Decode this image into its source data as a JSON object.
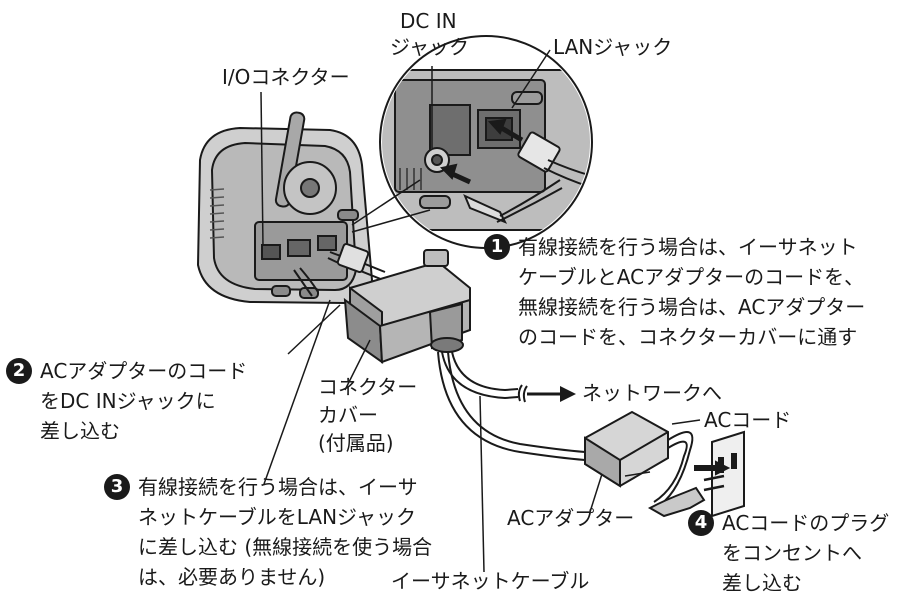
{
  "labels": {
    "dc_in_line1": "DC IN",
    "dc_in_line2": "ジャック",
    "lan_jack": "LANジャック",
    "io_connector": "I/Oコネクター",
    "connector_cover_line1": "コネクター",
    "connector_cover_line2": "カバー",
    "connector_cover_line3": "(付属品)",
    "to_network": "ネットワークへ",
    "ac_cord": "ACコード",
    "ac_adapter": "ACアダプター",
    "ethernet_cable": "イーサネットケーブル"
  },
  "steps": [
    {
      "number": "1",
      "lines": [
        "有線接続を行う場合は、イーサネット",
        "ケーブルとACアダプターのコードを、",
        "無線接続を行う場合は、ACアダプター",
        "のコードを、コネクターカバーに通す"
      ]
    },
    {
      "number": "2",
      "lines": [
        "ACアダプターのコード",
        "をDC INジャックに",
        "差し込む"
      ]
    },
    {
      "number": "3",
      "lines": [
        "有線接続を行う場合は、イーサ",
        "ネットケーブルをLANジャック",
        "に差し込む (無線接続を使う場合",
        "は、必要ありません)"
      ]
    },
    {
      "number": "4",
      "lines": [
        "ACコードのプラグ",
        "をコンセントへ",
        "差し込む"
      ]
    }
  ]
}
